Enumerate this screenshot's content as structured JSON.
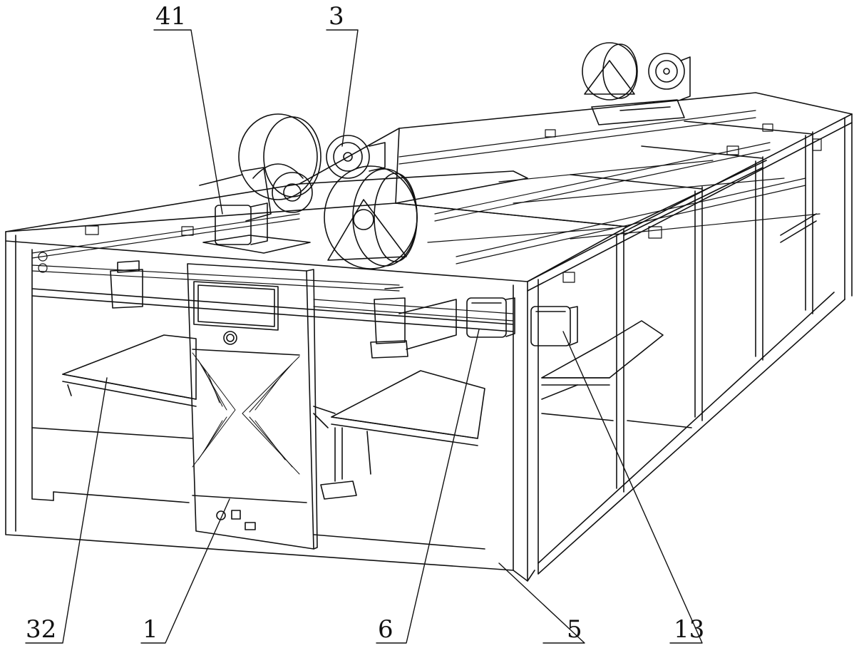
{
  "figure": {
    "callouts": [
      {
        "id": "c41",
        "number": "41"
      },
      {
        "id": "c3",
        "number": "3"
      },
      {
        "id": "c32",
        "number": "32"
      },
      {
        "id": "c1",
        "number": "1"
      },
      {
        "id": "c6",
        "number": "6"
      },
      {
        "id": "c5",
        "number": "5"
      },
      {
        "id": "c13",
        "number": "13"
      }
    ],
    "colors": {
      "line": "#111111",
      "background": "#ffffff"
    }
  }
}
